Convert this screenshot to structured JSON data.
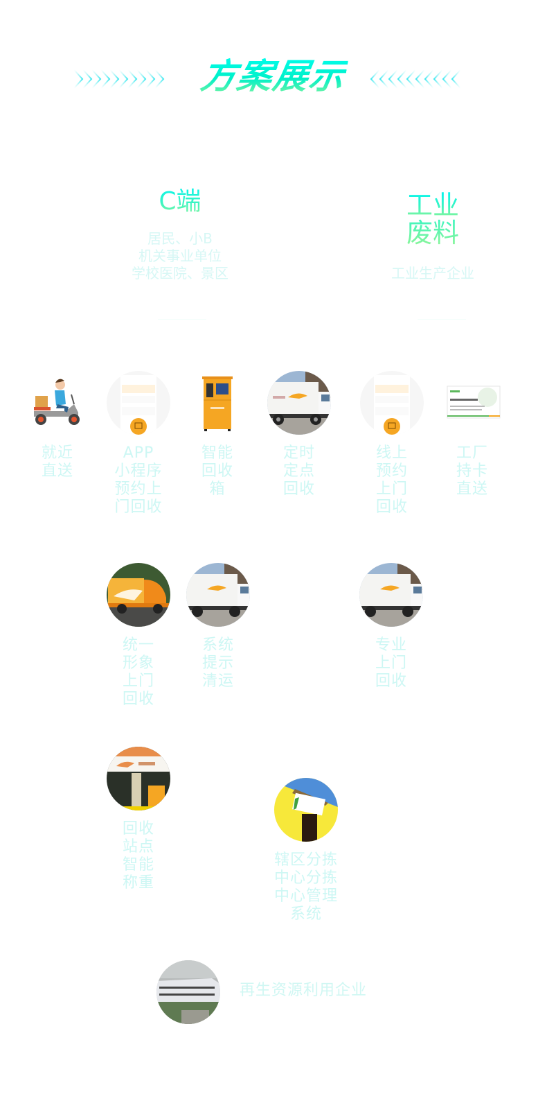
{
  "header": {
    "title": "方案展示"
  },
  "categories": [
    {
      "title": "C端",
      "subtitle_lines": [
        "居民、小B",
        "机关事业单位",
        "学校医院、景区"
      ]
    },
    {
      "title_lines": [
        "工业",
        "废料"
      ],
      "subtitle": "工业生产企业"
    }
  ],
  "row1": [
    {
      "image": "delivery-scooter",
      "label_lines": [
        "就近",
        "直送"
      ]
    },
    {
      "image": "app-phone",
      "label_lines": [
        "APP",
        "小程序",
        "预约上",
        "门回收"
      ]
    },
    {
      "image": "smart-recycle-box",
      "label_lines": [
        "智能",
        "回收",
        "箱"
      ]
    },
    {
      "image": "white-truck",
      "label_lines": [
        "定时",
        "定点",
        "回收"
      ]
    },
    {
      "image": "app-phone",
      "label_lines": [
        "线上",
        "预约",
        "上门",
        "回收"
      ]
    },
    {
      "image": "factory-card",
      "label_lines": [
        "工厂",
        "持卡",
        "直送"
      ]
    }
  ],
  "row2": [
    {
      "image": "orange-tricycle",
      "label_lines": [
        "统一",
        "形象",
        "上门",
        "回收"
      ]
    },
    {
      "image": "white-truck",
      "label_lines": [
        "系统",
        "提示",
        "清运"
      ]
    },
    {
      "image": "white-truck",
      "label_lines": [
        "专业",
        "上门",
        "回收"
      ]
    }
  ],
  "row3": [
    {
      "image": "recycle-station",
      "label_lines": [
        "回收",
        "站点",
        "智能",
        "称重"
      ]
    },
    {
      "image": "sorting-center",
      "label_lines": [
        "辖区分拣",
        "中心分拣",
        "中心管理",
        "系统"
      ]
    }
  ],
  "final": {
    "image": "factory-building",
    "label": "再生资源利用企业"
  },
  "colors": {
    "accent_cyan": "#00fff0",
    "accent_green": "#8ef598",
    "label_faint": "#cdf7f4",
    "brand_orange": "#f5a623"
  }
}
